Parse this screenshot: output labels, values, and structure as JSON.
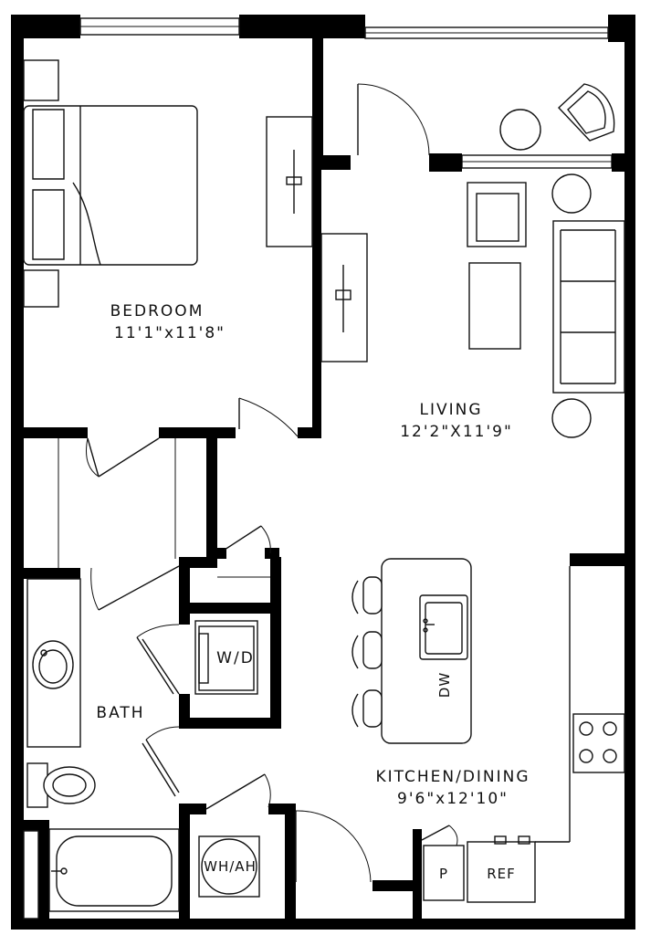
{
  "rooms": {
    "bedroom": {
      "name": "BEDROOM",
      "size": "11'1\"x11'8\""
    },
    "living": {
      "name": "LIVING",
      "size": "12'2\"X11'9\""
    },
    "kitchen": {
      "name": "KITCHEN/DINING",
      "size": "9'6\"x12'10\""
    },
    "bath": {
      "name": "BATH"
    }
  },
  "fixtures": {
    "washer_dryer": "W/D",
    "water_heater": "WH/AH",
    "dishwasher": "DW",
    "pantry": "P",
    "refrigerator": "REF"
  }
}
